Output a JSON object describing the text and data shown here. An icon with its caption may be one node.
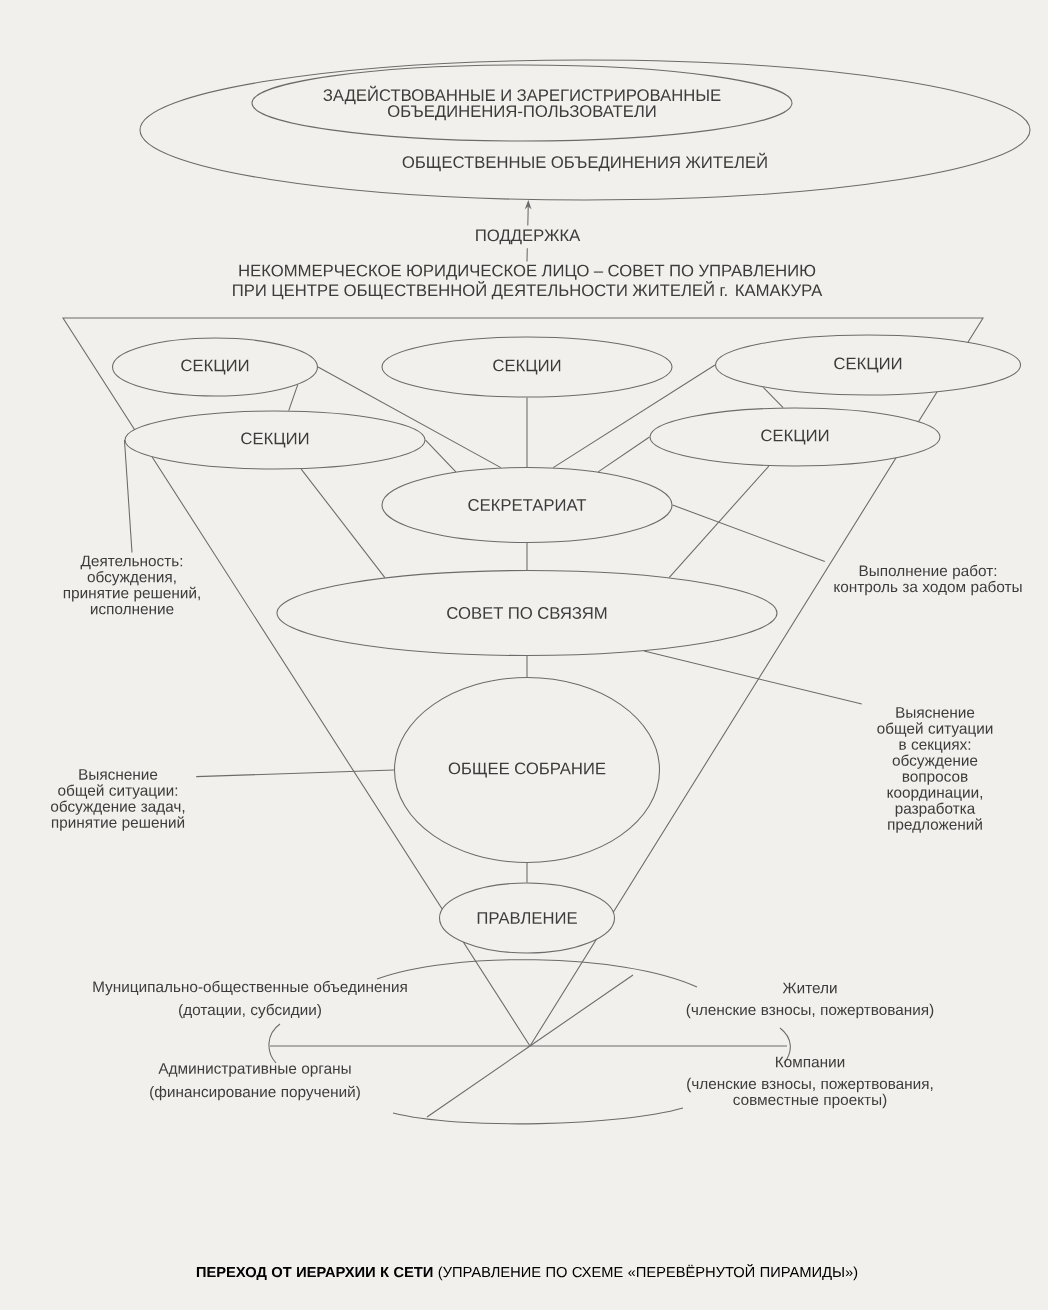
{
  "diagram": {
    "caption": "**ПЕРЕХОД ОТ ИЕРАРХИИ К СЕТИ** (УПРАВЛЕНИЕ ПО СХЕМЕ «ПЕРЕВЁРНУТОЙ ПИРАМИДЫ»)",
    "nodes": [
      {
        "text": [
          "ОБЩЕСТВЕННЫЕ ОБЪЕДИНЕНИЯ ЖИТЕЛЕЙ"
        ]
      },
      {
        "text": [
          "ЗАДЕЙСТВОВАННЫЕ И ЗАРЕГИСТРИРОВАННЫЕ ОБЪЕДИНЕНИЯ-ПОЛЬЗОВАТЕЛИ"
        ],
        "in": 0
      },
      {
        "text": [
          "НЕКОММЕРЧЕСКОЕ ЮРИДИЧЕСКОЕ ЛИЦО – СОВЕТ ПО УПРАВЛЕНИЮ ПРИ ЦЕНТРЕ ОБЩЕСТВЕННОЙ ДЕЯТЕЛЬНОСТИ ЖИТЕЛЕЙ г. КАМАКУРА"
        ]
      },
      {
        "text": [
          "СЕКЦИИ"
        ]
      },
      {
        "text": [
          "СЕКЦИИ"
        ]
      },
      {
        "text": [
          "СЕКЦИИ"
        ]
      },
      {
        "text": [
          "СЕКЦИИ"
        ]
      },
      {
        "text": [
          "СЕКЦИИ"
        ]
      },
      {
        "text": [
          "СЕКРЕТАРИАТ"
        ]
      },
      {
        "text": [
          "СОВЕТ ПО СВЯЗЯМ"
        ]
      },
      {
        "text": [
          "ОБЩЕЕ СОБРАНИЕ"
        ]
      },
      {
        "text": [
          "ПРАВЛЕНИЕ"
        ]
      },
      {
        "text": [
          "Деятельность: обсуждения, принятие решений, исполнение"
        ]
      },
      {
        "text": [
          "Выполнение работ: контроль за ходом работы"
        ]
      },
      {
        "text": [
          "Выяснение общей ситуации в секциях: обсуждение вопросов координации, разработка предложений"
        ]
      },
      {
        "text": [
          "Выяснение общей ситуации: обсуждение задач, принятие решений"
        ]
      }
    ],
    "edges": [
      {
        "from": 2,
        "to": 0,
        "arrow": "to",
        "label": "ПОДДЕРЖКА"
      },
      {
        "from": 3,
        "to": 8,
        "arrow": "none"
      },
      {
        "from": 6,
        "to": 8,
        "arrow": "none"
      },
      {
        "from": 4,
        "to": 8,
        "arrow": "none"
      },
      {
        "from": 5,
        "to": 8,
        "arrow": "none"
      },
      {
        "from": 7,
        "to": 8,
        "arrow": "none"
      },
      {
        "from": 3,
        "to": 6,
        "arrow": "none"
      },
      {
        "from": 5,
        "to": 7,
        "arrow": "none"
      },
      {
        "from": 6,
        "to": 9,
        "arrow": "none"
      },
      {
        "from": 7,
        "to": 9,
        "arrow": "none"
      },
      {
        "from": 8,
        "to": 9,
        "arrow": "none"
      },
      {
        "from": 8,
        "to": 13,
        "arrow": "none"
      },
      {
        "from": 9,
        "to": 10,
        "arrow": "none"
      },
      {
        "from": 9,
        "to": 14,
        "arrow": "none"
      },
      {
        "from": 15,
        "to": 10,
        "arrow": "none"
      },
      {
        "from": 10,
        "to": 11,
        "arrow": "none"
      },
      {
        "from": 6,
        "to": 12,
        "arrow": "none"
      }
    ],
    "labels": [
      "Муниципально-общественные объединения",
      "(дотации, субсидии)",
      "Жители",
      "(членские взносы, пожертвования)",
      "Административные органы",
      "(финансирование поручений)",
      "Компании",
      "(членские взносы, пожертвования, совместные проекты)"
    ]
  }
}
